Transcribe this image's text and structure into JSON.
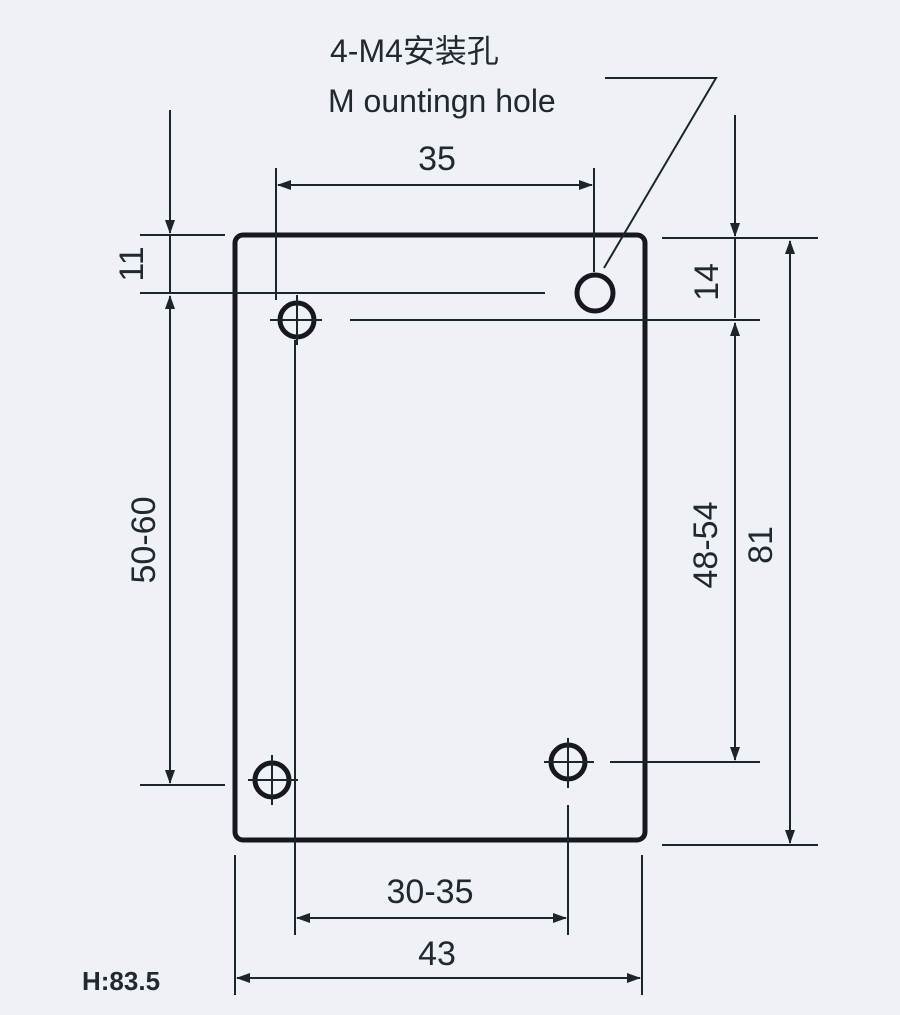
{
  "note": {
    "line1": "4-M4安装孔",
    "line2": "M ountingn hole"
  },
  "dims": {
    "top_width": "35",
    "left_top": "11",
    "left_span": "50-60",
    "right_top": "14",
    "right_span": "48-54",
    "overall_height": "81",
    "bottom_span": "30-35",
    "overall_width": "43"
  },
  "footer": {
    "height_label": "H:83.5"
  }
}
